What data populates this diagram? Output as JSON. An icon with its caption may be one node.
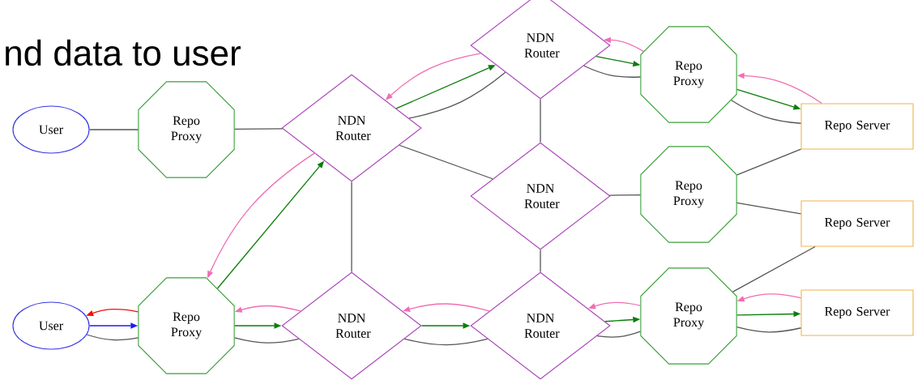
{
  "diagram": {
    "title": "nd data to user",
    "nodes": [
      {
        "text": [
          "User"
        ]
      },
      {
        "text": [
          "Repo Proxy"
        ]
      },
      {
        "text": [
          "NDN Router"
        ]
      },
      {
        "text": [
          "NDN Router"
        ]
      },
      {
        "text": [
          "Repo Proxy"
        ]
      },
      {
        "text": [
          "Repo Server"
        ]
      },
      {
        "text": [
          "NDN Router"
        ]
      },
      {
        "text": [
          "Repo Proxy"
        ]
      },
      {
        "text": [
          "Repo Server"
        ]
      },
      {
        "text": [
          "User"
        ]
      },
      {
        "text": [
          "Repo Proxy"
        ]
      },
      {
        "text": [
          "NDN Router"
        ]
      },
      {
        "text": [
          "NDN Router"
        ]
      },
      {
        "text": [
          "Repo Proxy"
        ]
      },
      {
        "text": [
          "Repo Server"
        ]
      }
    ],
    "edges": [
      {
        "from": 0,
        "to": 1,
        "arrow": "none"
      },
      {
        "from": 1,
        "to": 2,
        "arrow": "none"
      },
      {
        "from": 2,
        "to": 3,
        "arrow": "none"
      },
      {
        "from": 2,
        "to": 6,
        "arrow": "none"
      },
      {
        "from": 2,
        "to": 11,
        "arrow": "none"
      },
      {
        "from": 3,
        "to": 4,
        "arrow": "none"
      },
      {
        "from": 3,
        "to": 6,
        "arrow": "none"
      },
      {
        "from": 4,
        "to": 5,
        "arrow": "none"
      },
      {
        "from": 6,
        "to": 7,
        "arrow": "none"
      },
      {
        "from": 7,
        "to": 5,
        "arrow": "none"
      },
      {
        "from": 7,
        "to": 8,
        "arrow": "none"
      },
      {
        "from": 6,
        "to": 12,
        "arrow": "none"
      },
      {
        "from": 9,
        "to": 10,
        "arrow": "none"
      },
      {
        "from": 10,
        "to": 11,
        "arrow": "none"
      },
      {
        "from": 11,
        "to": 12,
        "arrow": "none"
      },
      {
        "from": 12,
        "to": 13,
        "arrow": "none"
      },
      {
        "from": 13,
        "to": 8,
        "arrow": "none"
      },
      {
        "from": 13,
        "to": 14,
        "arrow": "none"
      },
      {
        "from": 9,
        "to": 10,
        "arrow": "to",
        "color": "#1a1aff"
      },
      {
        "from": 10,
        "to": 9,
        "arrow": "to",
        "color": "#ee1111"
      },
      {
        "from": 10,
        "to": 2,
        "arrow": "to",
        "color": "#0a7d0a"
      },
      {
        "from": 2,
        "to": 10,
        "arrow": "to",
        "color": "#f06eb4"
      },
      {
        "from": 10,
        "to": 11,
        "arrow": "to",
        "color": "#0a7d0a"
      },
      {
        "from": 11,
        "to": 10,
        "arrow": "to",
        "color": "#f06eb4"
      },
      {
        "from": 11,
        "to": 12,
        "arrow": "to",
        "color": "#0a7d0a"
      },
      {
        "from": 12,
        "to": 11,
        "arrow": "to",
        "color": "#f06eb4"
      },
      {
        "from": 12,
        "to": 13,
        "arrow": "to",
        "color": "#0a7d0a"
      },
      {
        "from": 13,
        "to": 12,
        "arrow": "to",
        "color": "#f06eb4"
      },
      {
        "from": 13,
        "to": 14,
        "arrow": "to",
        "color": "#0a7d0a"
      },
      {
        "from": 14,
        "to": 13,
        "arrow": "to",
        "color": "#f06eb4"
      },
      {
        "from": 2,
        "to": 3,
        "arrow": "to",
        "color": "#0a7d0a"
      },
      {
        "from": 3,
        "to": 2,
        "arrow": "to",
        "color": "#f06eb4"
      },
      {
        "from": 3,
        "to": 4,
        "arrow": "to",
        "color": "#0a7d0a"
      },
      {
        "from": 4,
        "to": 3,
        "arrow": "to",
        "color": "#f06eb4"
      },
      {
        "from": 4,
        "to": 5,
        "arrow": "to",
        "color": "#0a7d0a"
      },
      {
        "from": 5,
        "to": 4,
        "arrow": "to",
        "color": "#f06eb4"
      }
    ]
  }
}
